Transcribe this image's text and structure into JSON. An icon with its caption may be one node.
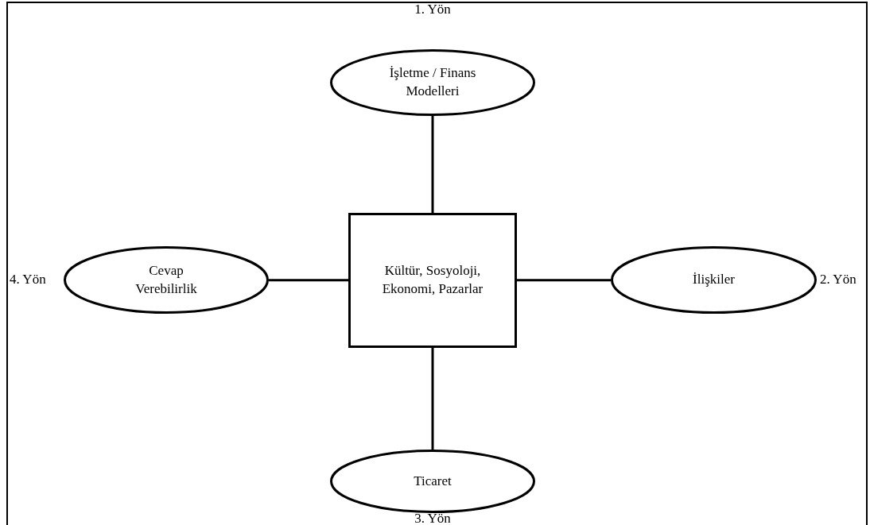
{
  "diagram": {
    "nodes": [
      {
        "text": [
          "Kültür, Sosyoloji, Ekonomi, Pazarlar"
        ]
      },
      {
        "text": [
          "İşletme / Finans Modelleri"
        ],
        "beside": [
          "1. Yön"
        ]
      },
      {
        "text": [
          "İlişkiler"
        ],
        "beside": [
          "2. Yön"
        ]
      },
      {
        "text": [
          "Ticaret"
        ],
        "beside": [
          "3. Yön"
        ]
      },
      {
        "text": [
          "Cevap Verebilirlik"
        ],
        "beside": [
          "4. Yön"
        ]
      }
    ],
    "edges": [
      {
        "from": 0,
        "to": 1,
        "arrow": "none"
      },
      {
        "from": 0,
        "to": 2,
        "arrow": "none"
      },
      {
        "from": 0,
        "to": 3,
        "arrow": "none"
      },
      {
        "from": 0,
        "to": 4,
        "arrow": "none"
      }
    ]
  }
}
